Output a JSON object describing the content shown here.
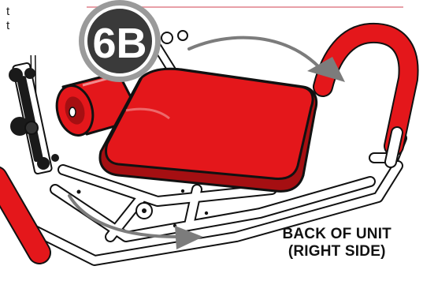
{
  "page": {
    "text_fragment_lines": [
      "t",
      "t"
    ],
    "step_badge": "6B",
    "caption_lines": [
      "BACK OF UNIT",
      "(RIGHT SIDE)"
    ]
  },
  "colors": {
    "pad_red": "#e4171b",
    "pad_dark_red": "#a50f12",
    "badge_dark": "#3a3a3a",
    "badge_gray": "#9a9a9a",
    "arrow_gray": "#7c7c7c",
    "frame_white": "#ffffff",
    "outline": "#111111",
    "accent_rule": "#e8a0a8"
  },
  "icons": [
    "rotation-arrow-icon",
    "rotation-arrow-icon"
  ]
}
